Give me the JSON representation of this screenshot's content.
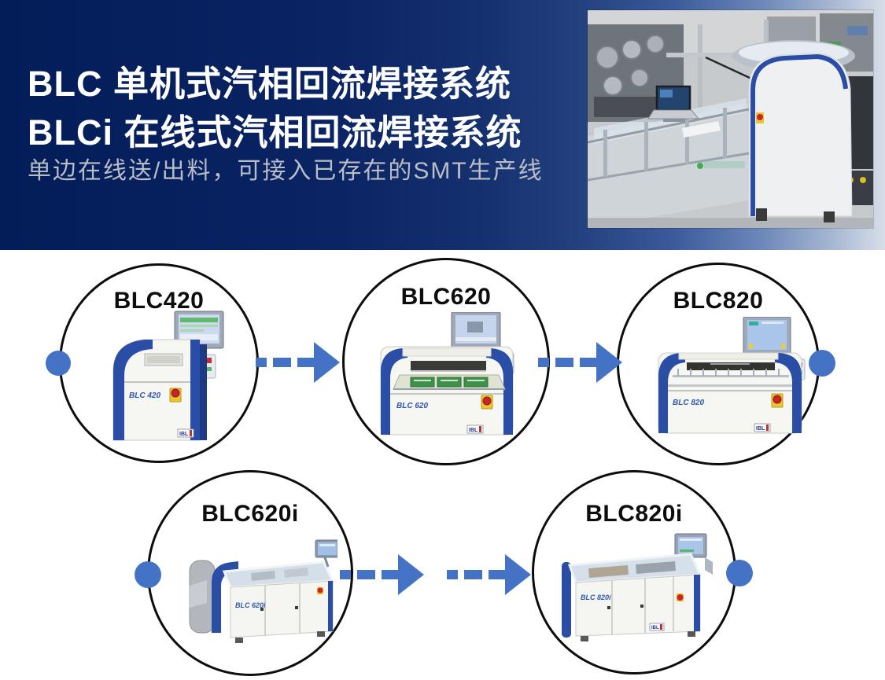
{
  "header": {
    "title_line1": "BLC 单机式汽相回流焊接系统",
    "title_line2": "BLCi 在线式汽相回流焊接系统",
    "subtitle": "单边在线送/出料，可接入已存在的SMT生产线"
  },
  "diagram": {
    "machine_logo": "IBL",
    "nodes": [
      {
        "id": "blc420",
        "label": "BLC420",
        "machine_label": "BLC 420"
      },
      {
        "id": "blc620",
        "label": "BLC620",
        "machine_label": "BLC 620"
      },
      {
        "id": "blc820",
        "label": "BLC820",
        "machine_label": "BLC 820"
      },
      {
        "id": "blc620i",
        "label": "BLC620i",
        "machine_label": "BLC 620i"
      },
      {
        "id": "blc820i",
        "label": "BLC820i",
        "machine_label": "BLC 820i"
      }
    ]
  },
  "colors": {
    "accent_blue": "#4472c4",
    "machine_blue": "#2a4da6",
    "header_navy": "#04205f",
    "header_light": "#d7dee9",
    "subtitle_gray": "#b9bdc6",
    "circle_stroke": "#0d0d0d"
  }
}
